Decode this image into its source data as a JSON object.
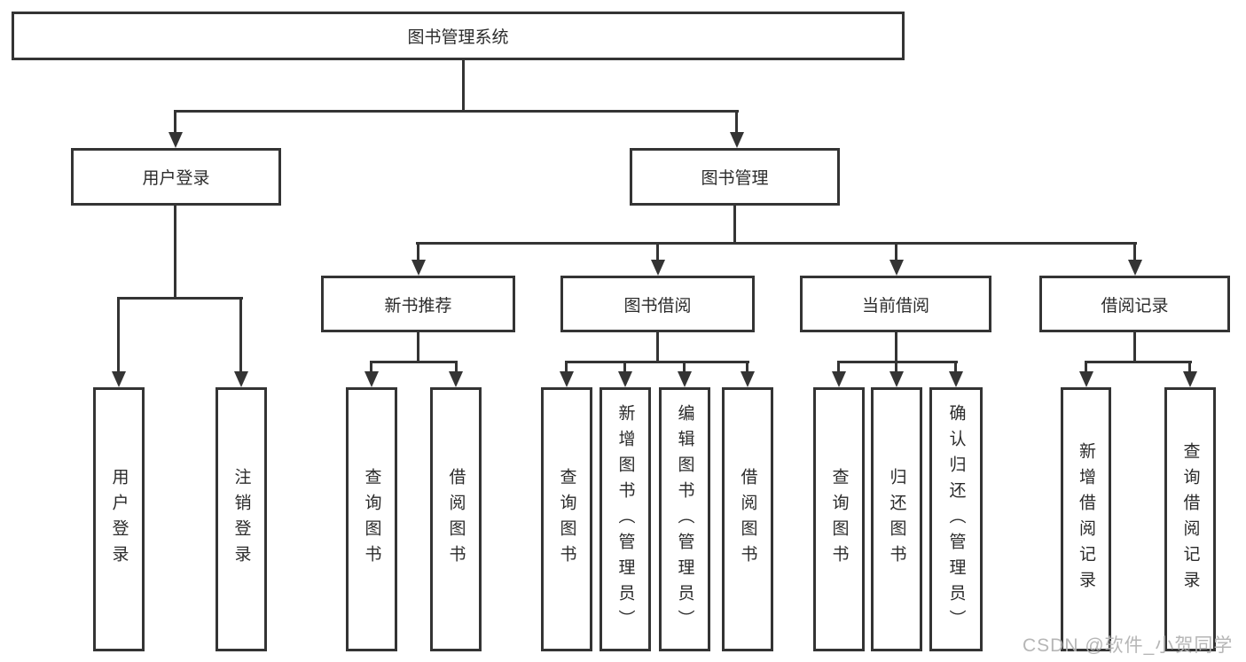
{
  "root": {
    "label": "图书管理系统"
  },
  "level2": {
    "user_login": {
      "label": "用户登录"
    },
    "book_mgmt": {
      "label": "图书管理"
    }
  },
  "level3": {
    "new_books": {
      "label": "新书推荐"
    },
    "borrowing": {
      "label": "图书借阅"
    },
    "current": {
      "label": "当前借阅"
    },
    "records": {
      "label": "借阅记录"
    }
  },
  "leaves": {
    "user_login": [
      "用户登录",
      "注销登录"
    ],
    "new_books": [
      "查询图书",
      "借阅图书"
    ],
    "borrowing": [
      "查询图书",
      "新增图书（管理员）",
      "编辑图书（管理员）",
      "借阅图书"
    ],
    "current": [
      "查询图书",
      "归还图书",
      "确认归还（管理员）"
    ],
    "records": [
      "新增借阅记录",
      "查询借阅记录"
    ]
  },
  "watermark": {
    "text": "CSDN @软件_小贺同学"
  },
  "colors": {
    "line": "#343434",
    "text": "#2b2b2b",
    "watermark": "#b3b3b3",
    "background": "#ffffff"
  }
}
